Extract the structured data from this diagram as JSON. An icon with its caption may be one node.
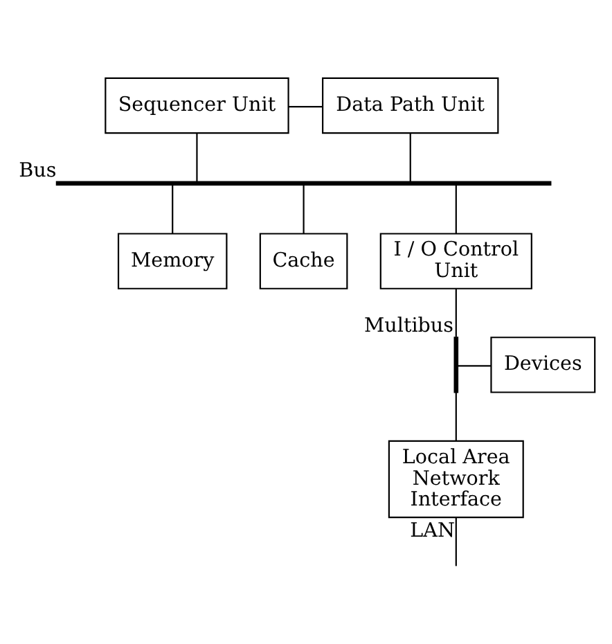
{
  "diagram": {
    "nodes": [
      {
        "text": [
          "Sequencer Unit"
        ]
      },
      {
        "text": [
          "Data Path Unit"
        ]
      },
      {
        "text": [],
        "shape": "bar",
        "beside": [
          "Bus"
        ]
      },
      {
        "text": [
          "Memory"
        ]
      },
      {
        "text": [
          "Cache"
        ]
      },
      {
        "text": [
          "I / O Control Unit"
        ]
      },
      {
        "text": [],
        "shape": "bar",
        "beside": [
          "Multibus"
        ]
      },
      {
        "text": [
          "Devices"
        ]
      },
      {
        "text": [
          "Local Area Network Interface"
        ]
      }
    ],
    "edges": [
      {
        "from": 0,
        "to": 1,
        "arrow": "none"
      },
      {
        "from": 0,
        "to": 2,
        "arrow": "none"
      },
      {
        "from": 1,
        "to": 2,
        "arrow": "none"
      },
      {
        "from": 2,
        "to": 3,
        "arrow": "none"
      },
      {
        "from": 2,
        "to": 4,
        "arrow": "none"
      },
      {
        "from": 2,
        "to": 5,
        "arrow": "none"
      },
      {
        "from": 5,
        "to": 6,
        "arrow": "none"
      },
      {
        "from": 6,
        "to": 7,
        "arrow": "none"
      },
      {
        "from": 6,
        "to": 8,
        "arrow": "none"
      },
      {
        "from": 8,
        "to": null,
        "arrow": "none",
        "label": "LAN"
      }
    ]
  }
}
